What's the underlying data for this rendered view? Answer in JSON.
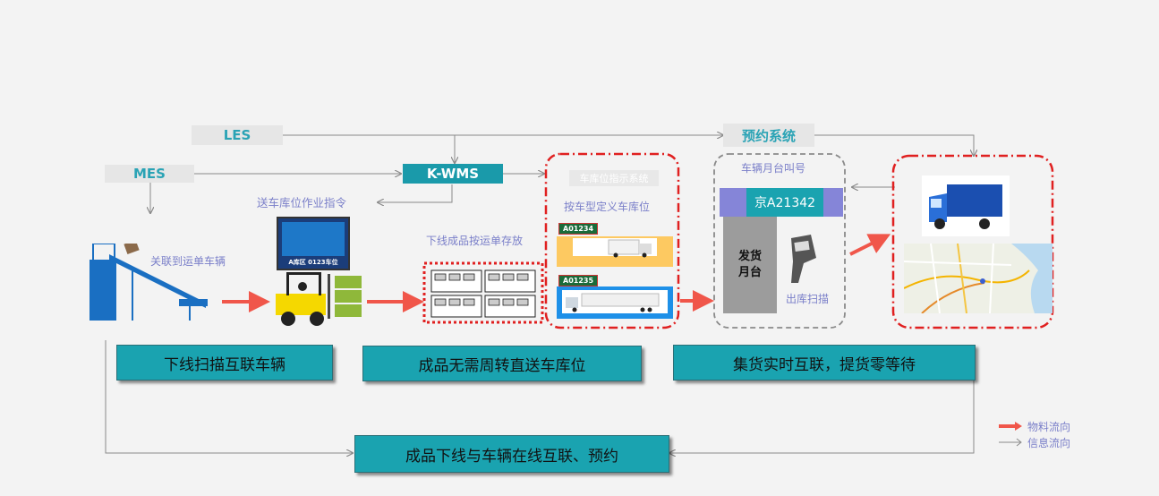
{
  "systems": {
    "les": "LES",
    "mes": "MES",
    "kwms": "K-WMS",
    "booking": "预约系统",
    "bay_indicator": "车库位指示系统"
  },
  "notes": {
    "send_instruction": "送车库位作业指令",
    "link_waybill": "关联到运单车辆",
    "store_by_waybill": "下线成品按运单存放",
    "define_bay": "按车型定义车库位",
    "dock_call": "车辆月台叫号",
    "outbound_scan": "出库扫描",
    "warehouse_screen": "A库区 0123车位"
  },
  "plates": {
    "truck1": "A01234",
    "truck2": "A01235",
    "dock_display": "京A21342"
  },
  "dock_label": "发货\n月台",
  "stages": {
    "scan_link": "下线扫描互联车辆",
    "direct_to_bay": "成品无需周转直送车库位",
    "realtime_link": "集货实时互联，提货零等待",
    "online_booking": "成品下线与车辆在线互联、预约"
  },
  "legend": {
    "material_flow": "物料流向",
    "info_flow": "信息流向"
  },
  "colors": {
    "teal": "#1aa3b0",
    "material_arrow": "#f0564a",
    "info_arrow": "#8a8a8a",
    "dashed_red": "#e02020"
  }
}
